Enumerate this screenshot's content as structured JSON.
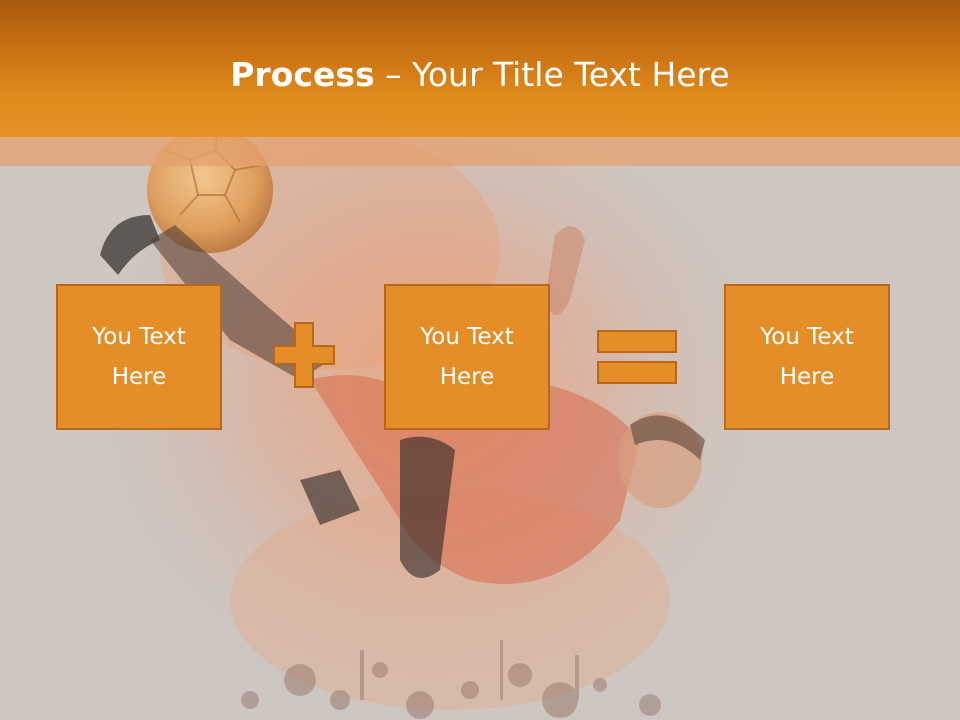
{
  "slide": {
    "title_bold": "Process",
    "title_rest": " – Your Title Text Here",
    "boxes": [
      {
        "label": "You Text Here"
      },
      {
        "label": "You Text Here"
      },
      {
        "label": "You Text Here"
      }
    ],
    "operators": [
      "plus-icon",
      "equals-icon"
    ],
    "colors": {
      "header": "#e08a1c",
      "box_fill": "#e58d27",
      "box_border": "#b9671a",
      "background": "#cdc6c1"
    }
  }
}
